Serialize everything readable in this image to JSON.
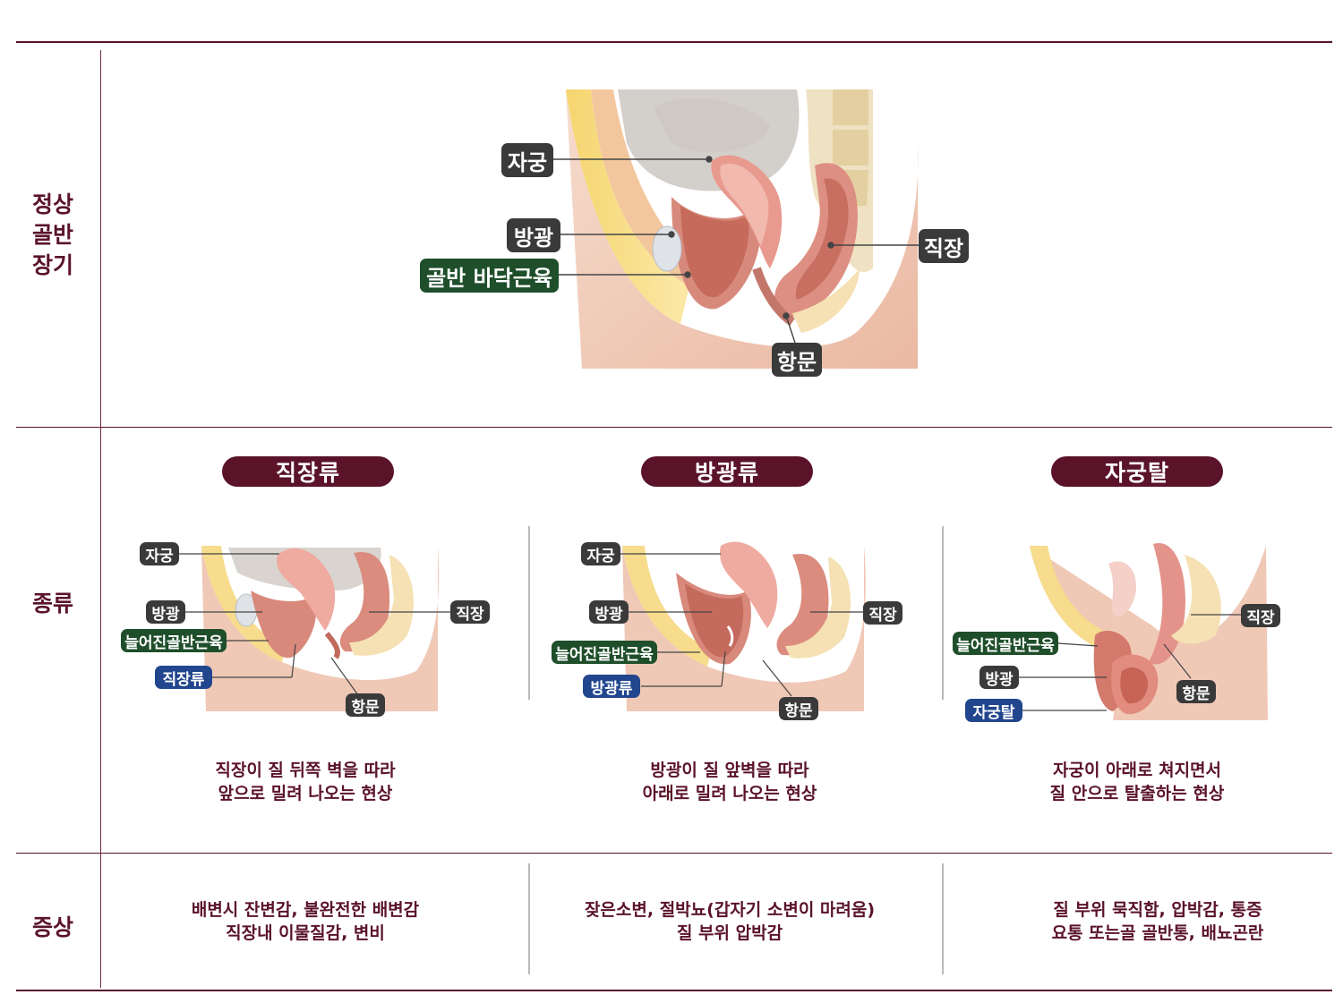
{
  "rows": {
    "normal": {
      "label_lines": [
        "정상",
        "골반",
        "장기"
      ]
    },
    "types": {
      "label": "종류"
    },
    "symptoms": {
      "label": "증상"
    }
  },
  "normal_diagram": {
    "labels": {
      "uterus": "자궁",
      "bladder": "방광",
      "pelvic_floor": "골반 바닥근육",
      "rectum": "직장",
      "anus": "항문"
    }
  },
  "types": [
    {
      "title": "직장류",
      "labels": {
        "uterus": "자궁",
        "bladder": "방광",
        "muscle": "늘어진골반근육",
        "prolapse": "직장류",
        "rectum": "직장",
        "anus": "항문"
      },
      "desc_lines": [
        "직장이 질 뒤쪽 벽을 따라",
        "앞으로 밀려 나오는 현상"
      ],
      "symptom_lines": [
        "배변시 잔변감, 불완전한 배변감",
        "직장내 이물질감, 변비"
      ]
    },
    {
      "title": "방광류",
      "labels": {
        "uterus": "자궁",
        "bladder": "방광",
        "muscle": "늘어진골반근육",
        "prolapse": "방광류",
        "rectum": "직장",
        "anus": "항문"
      },
      "desc_lines": [
        "방광이 질 앞벽을 따라",
        "아래로 밀려 나오는 현상"
      ],
      "symptom_lines": [
        "잦은소변, 절박뇨(갑자기 소변이 마려움)",
        "질 부위 압박감"
      ]
    },
    {
      "title": "자궁탈",
      "labels": {
        "muscle": "늘어진골반근육",
        "bladder": "방광",
        "prolapse": "자궁탈",
        "rectum": "직장",
        "anus": "항문"
      },
      "desc_lines": [
        "자궁이 아래로 쳐지면서",
        "질 안으로 탈출하는 현상"
      ],
      "symptom_lines": [
        "질 부위 묵직함, 압박감, 통증",
        "요통 또는골 골반통, 배뇨곤란"
      ]
    }
  ],
  "colors": {
    "accent": "#5a1329",
    "tag_dark": "#3a3a3a",
    "tag_green": "#1e4e2a",
    "tag_blue": "#21468e"
  }
}
